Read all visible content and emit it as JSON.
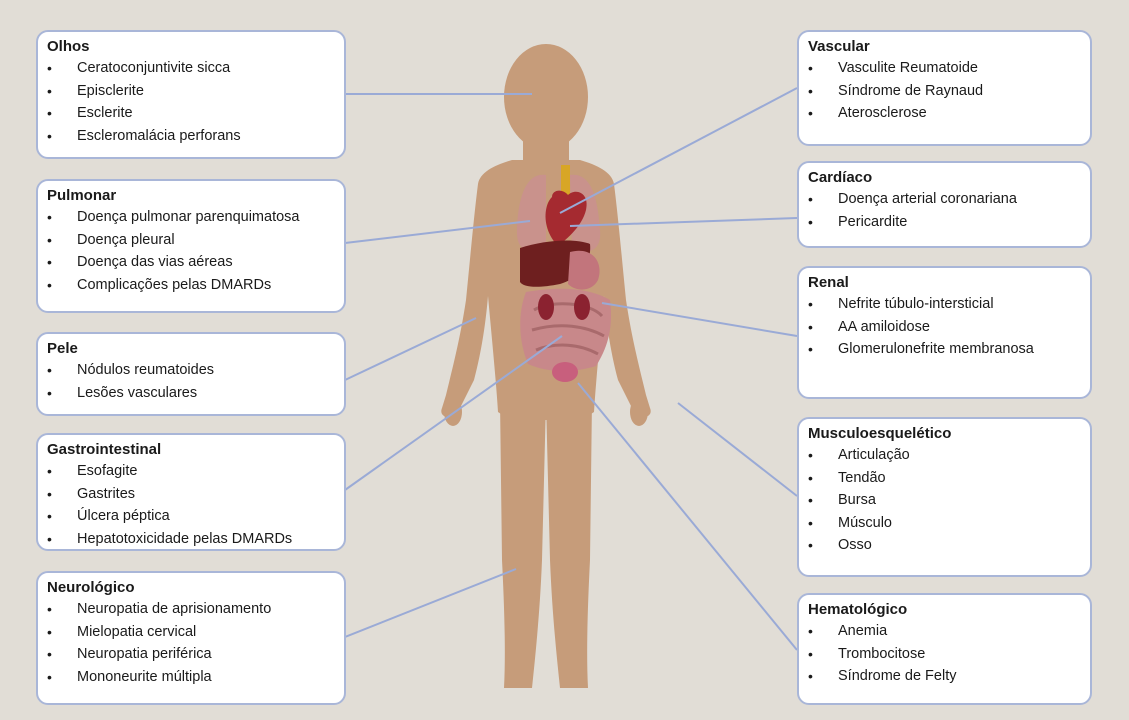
{
  "colors": {
    "background": "#e1ddd6",
    "box_border": "#a9b6d8",
    "connector": "#9aaad6",
    "body_skin": "#c69c7a",
    "lungs": "#c9908f",
    "heart": "#a52a30",
    "liver": "#6e1f1f",
    "kidneys": "#8b2230",
    "intestines": "#c8888a",
    "bladder": "#c85f7d",
    "aorta": "#d8a626"
  },
  "boxes": [
    {
      "key": "olhos",
      "title": "Olhos",
      "items": [
        "Ceratoconjuntivite sicca",
        "Episclerite",
        "Esclerite",
        "Escleromalácia perforans"
      ]
    },
    {
      "key": "pulmonar",
      "title": "Pulmonar",
      "items": [
        "Doença pulmonar parenquimatosa",
        "Doença pleural",
        "Doença das vias aéreas",
        "Complicações pelas DMARDs"
      ]
    },
    {
      "key": "pele",
      "title": "Pele",
      "items": [
        "Nódulos reumatoides",
        "Lesões vasculares"
      ]
    },
    {
      "key": "gastro",
      "title": "Gastrointestinal",
      "items": [
        "Esofagite",
        "Gastrites",
        "Úlcera péptica",
        "Hepatotoxicidade pelas DMARDs"
      ]
    },
    {
      "key": "neuro",
      "title": "Neurológico",
      "items": [
        "Neuropatia de aprisionamento",
        "Mielopatia cervical",
        "Neuropatia periférica",
        "Mononeurite múltipla"
      ]
    },
    {
      "key": "vascular",
      "title": "Vascular",
      "items": [
        "Vasculite Reumatoide",
        "Síndrome de Raynaud",
        "Aterosclerose"
      ]
    },
    {
      "key": "cardiaco",
      "title": "Cardíaco",
      "items": [
        "Doença arterial coronariana",
        "Pericardite"
      ]
    },
    {
      "key": "renal",
      "title": "Renal",
      "items": [
        "Nefrite túbulo-intersticial",
        "AA amiloidose",
        "Glomerulonefrite membranosa"
      ]
    },
    {
      "key": "musculo",
      "title": "Musculoesquelético",
      "items": [
        "Articulação",
        "Tendão",
        "Bursa",
        "Músculo",
        "Osso"
      ]
    },
    {
      "key": "hemato",
      "title": "Hematológico",
      "items": [
        "Anemia",
        "Trombocitose",
        "Síndrome de Felty"
      ]
    }
  ]
}
